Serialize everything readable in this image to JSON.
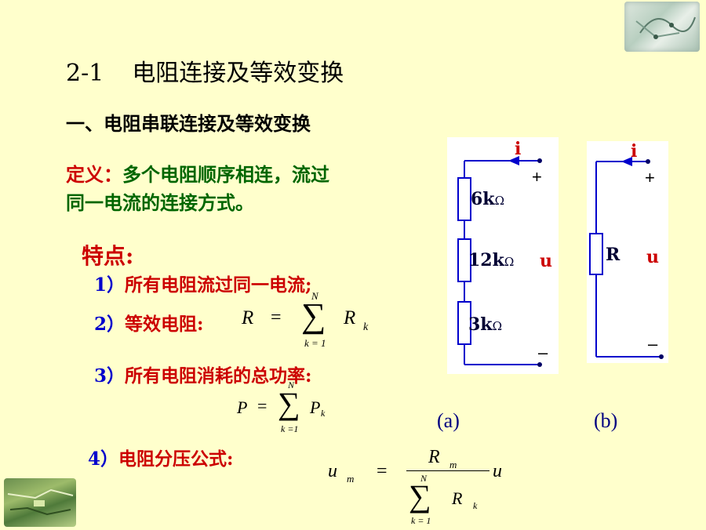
{
  "slide": {
    "title_num": "2-1",
    "title_text": "电阻连接及等效变换",
    "section": "一、电阻串联连接及等效变换",
    "definition": {
      "label": "定义：",
      "line1": "多个电阻顺序相连，流过",
      "line2": "同一电流的连接方式。"
    },
    "features": {
      "heading": "特点:",
      "item1_num": "1）",
      "item1_text": "所有电阻流过同一电流;",
      "item2_num": "2）",
      "item2_text": "等效电阻:",
      "item3_num": "3）",
      "item3_text": "所有电阻消耗的总功率:",
      "item4_num": "4）",
      "item4_text": "电阻分压公式:"
    },
    "formula_R": {
      "lhs": "R",
      "eq": "=",
      "sum_top": "N",
      "sum_bottom": "k = 1",
      "term": "R",
      "sub": "k"
    },
    "formula_P": {
      "lhs": "P",
      "eq": "=",
      "sum_top": "N",
      "sum_bottom": "k =1",
      "term": "P",
      "sub": "k"
    },
    "formula_u": {
      "lhs": "u",
      "lhs_sub": "m",
      "eq": "=",
      "num": "R",
      "num_sub": "m",
      "den_sum_top": "N",
      "den_sum_bottom": "k = 1",
      "den_term": "R",
      "den_sub": "k",
      "rhs": "u"
    },
    "circuit_a": {
      "current": "i",
      "plus": "+",
      "minus": "–",
      "voltage": "u",
      "resistors": [
        {
          "value": "6k",
          "unit": "Ω"
        },
        {
          "value": "12k",
          "unit": "Ω"
        },
        {
          "value": "3k",
          "unit": "Ω"
        }
      ],
      "caption": "(a)"
    },
    "circuit_b": {
      "current": "i",
      "plus": "+",
      "minus": "–",
      "voltage": "u",
      "resistor": "R",
      "caption": "(b)"
    },
    "colors": {
      "background": "#FFFFCC",
      "wire": "#0000CC",
      "label_red": "#CC0000",
      "text_blue": "#0000CC",
      "def_green": "#006600"
    },
    "decorations": [
      "circuit-board-image-top-right",
      "circuit-board-image-bottom-left"
    ]
  }
}
